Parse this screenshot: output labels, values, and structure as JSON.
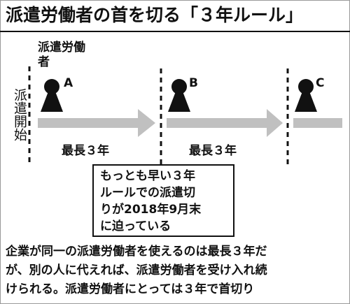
{
  "title": "派遣労働者の首を切る「３年ルール」",
  "start_label": "派遣開始",
  "worker_label": "派遣労働者",
  "persons": [
    "A",
    "B",
    "C"
  ],
  "periods": [
    "最長３年",
    "最長３年"
  ],
  "callout": {
    "lines": [
      "もっとも早い３年",
      "ルールでの派遣切",
      "りが2018年9月末",
      "に迫っている"
    ]
  },
  "description": {
    "lines": [
      "企業が同一の派遣労働者を使えるのは最長３年だ",
      "が、別の人に代えれば、派遣労働者を受け入れ続",
      "けられる。派遣労働者にとっては３年で首切り"
    ]
  },
  "colors": {
    "arrow": "#c0c0c0",
    "figure": "#111111",
    "dashed_line": "#111111"
  },
  "icons": [
    "person-icon",
    "arrow-right-icon"
  ]
}
